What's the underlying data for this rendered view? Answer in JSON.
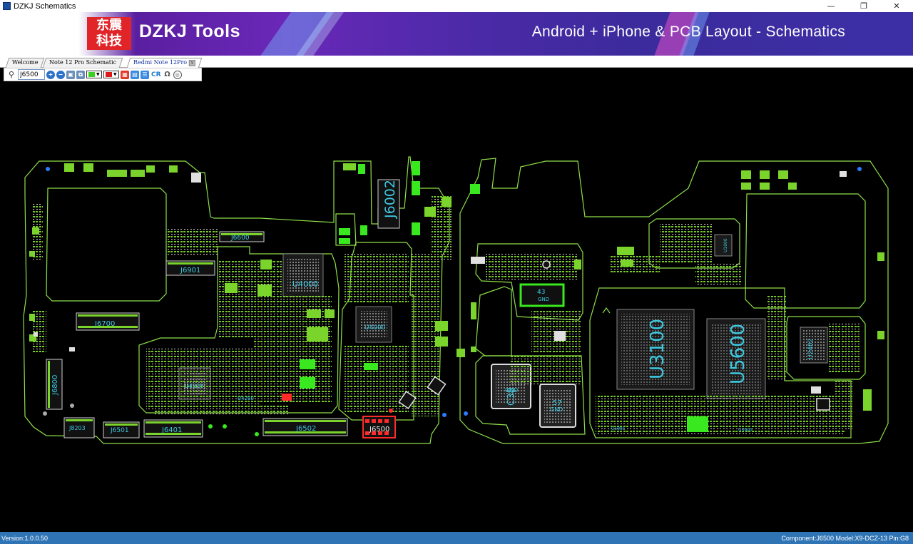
{
  "window": {
    "title": "DZKJ Schematics",
    "minimize_glyph": "—",
    "restore_glyph": "❐",
    "close_glyph": "✕"
  },
  "banner": {
    "logo_text_line1": "东震",
    "logo_text_line2": "科技",
    "brand": "DZKJ Tools",
    "tagline": "Android + iPhone & PCB Layout - Schematics"
  },
  "tabs": [
    {
      "label": "Welcome",
      "active": false
    },
    {
      "label": "Note 12 Pro Schematic",
      "active": false
    },
    {
      "label": "Redmi Note 12Pro",
      "active": true,
      "closable": true
    }
  ],
  "toolbar": {
    "search_value": "J6500",
    "cr_label": "CR"
  },
  "board": {
    "labels": {
      "j6002": "J6002",
      "j6600": "J6600",
      "j6901": "J6901",
      "j6700": "J6700",
      "j6800": "J6800",
      "j8203": "J8203",
      "j6501": "J6501",
      "j6401": "J6401",
      "j6502": "J6502",
      "j6500": "J6500",
      "u4000a": "U4000",
      "u4000b": "U4000",
      "u4300": "U4300",
      "u4200": "U4200",
      "u3100": "U3100",
      "u5600": "U5600",
      "u2402": "U2402",
      "u1000": "U1000",
      "u5901": "U5901",
      "u5900": "U5900",
      "u43": "43",
      "gnd1": "GND",
      "gnd2": "GND",
      "gnd3": "GND",
      "c38": "C38",
      "c57": "57"
    },
    "colors": {
      "outline": "#8fe04a",
      "pad": "#7bd42b",
      "pad_bright": "#39e81e",
      "silk": "#e0e0e0",
      "label": "#3ec8e0",
      "selected": "#ff2a2a"
    }
  },
  "status": {
    "version": "Version:1.0.0.50",
    "component": "Component:J6500 Model:X9-DCZ-13 Pin:G8"
  }
}
